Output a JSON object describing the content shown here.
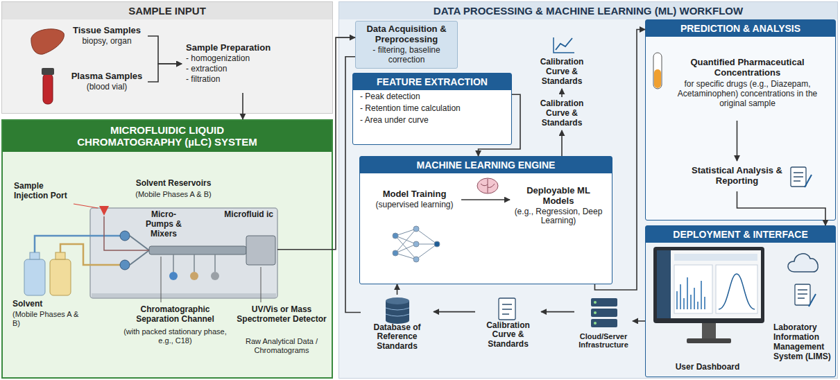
{
  "diagram": {
    "nodes": [
      {
        "text": [
          "SAMPLE INPUT"
        ]
      },
      {
        "text": [
          "Tissue Samples",
          "biopsy, organ"
        ],
        "in": 0
      },
      {
        "text": [
          "Plasma Samples",
          "(blood vial)"
        ],
        "in": 0
      },
      {
        "text": [
          "Sample Preparation",
          "- homogenization",
          "- extraction",
          "- filtration"
        ],
        "in": 0
      },
      {
        "text": [
          "MICROFLUIDIC LIQUID CHROMATOGRAPHY (µLC) SYSTEM"
        ]
      },
      {
        "text": [
          "Microfluid ic"
        ],
        "in": 4
      },
      {
        "text": [
          "DATA PROCESSING & MACHINE LEARNING (ML) WORKFLOW"
        ]
      },
      {
        "text": [
          "Data Acquisition & Preprocessing",
          "- filtering, baseline correction"
        ],
        "in": 6
      },
      {
        "text": [
          "Calibration Curve & Standards"
        ],
        "in": 6
      },
      {
        "text": [
          "FEATURE EXTRACTION",
          "- Peak detection",
          "- Retention time calculation",
          "- Area under curve"
        ],
        "in": 6
      },
      {
        "text": [
          "Calibration Curve & Standards"
        ],
        "in": 6
      },
      {
        "text": [
          "MACHINE LEARNING ENGINE"
        ],
        "in": 6
      },
      {
        "text": [
          "Model Training",
          "(supervised learning)"
        ],
        "in": 11
      },
      {
        "text": [
          "Deployable ML Models",
          "(e.g., Regression, Deep Learning)"
        ],
        "in": 11
      },
      {
        "text": [
          "Database of Reference Standards"
        ],
        "in": 6
      },
      {
        "text": [
          "Calibration Curve & Standards"
        ],
        "in": 6
      },
      {
        "text": [
          "Cloud/Server Infrastructure"
        ],
        "in": 6
      },
      {
        "text": [
          "PREDICTION & ANALYSIS"
        ],
        "in": 6
      },
      {
        "text": [
          "Quantified Pharmaceutical Concentrations",
          "for specific drugs (e.g., Diazepam, Acetaminophen) concentrations in the original sample"
        ],
        "in": 17
      },
      {
        "text": [
          "Statistical Analysis & Reporting"
        ],
        "in": 17
      },
      {
        "text": [
          "DEPLOYMENT & INTERFACE"
        ],
        "in": 6
      },
      {
        "text": [
          "User Dashboard"
        ],
        "in": 20
      },
      {
        "text": [
          "Laboratory Information Management System (LIMS)"
        ],
        "in": 20
      }
    ],
    "edges": [
      {
        "from": 1,
        "to": 3,
        "arrow": "to"
      },
      {
        "from": 2,
        "to": 3,
        "arrow": "to"
      },
      {
        "from": 3,
        "to": 4,
        "arrow": "to"
      },
      {
        "from": 5,
        "to": 7,
        "arrow": "to"
      },
      {
        "from": 14,
        "to": 7,
        "arrow": "none"
      },
      {
        "from": 9,
        "to": 11,
        "arrow": "to"
      },
      {
        "from": 11,
        "to": 10,
        "arrow": "to"
      },
      {
        "from": 10,
        "to": 8,
        "arrow": "to"
      },
      {
        "from": 14,
        "to": 11,
        "arrow": "to"
      },
      {
        "from": 15,
        "to": 14,
        "arrow": "to"
      },
      {
        "from": 16,
        "to": 15,
        "arrow": "to"
      },
      {
        "from": 20,
        "to": 16,
        "arrow": "to"
      },
      {
        "from": 11,
        "to": 17,
        "arrow": "to"
      },
      {
        "from": 18,
        "to": 19,
        "arrow": "to"
      },
      {
        "from": 19,
        "to": 20,
        "arrow": "to"
      },
      {
        "from": 12,
        "to": 13,
        "arrow": "to"
      }
    ],
    "labels": [
      "Sample Injection Port",
      "Solvent Reservoirs",
      "(Mobile Phases A & B)",
      "Micro- Pumps & Mixers",
      "Solvent",
      "(Mobile Phases A & B)",
      "Chromatographic Separation Channel",
      "(with packed stationary phase, e.g., C18)",
      "UV/Vis or Mass Spectrometer Detector",
      "Raw Analytical Data / Chromatograms"
    ]
  }
}
